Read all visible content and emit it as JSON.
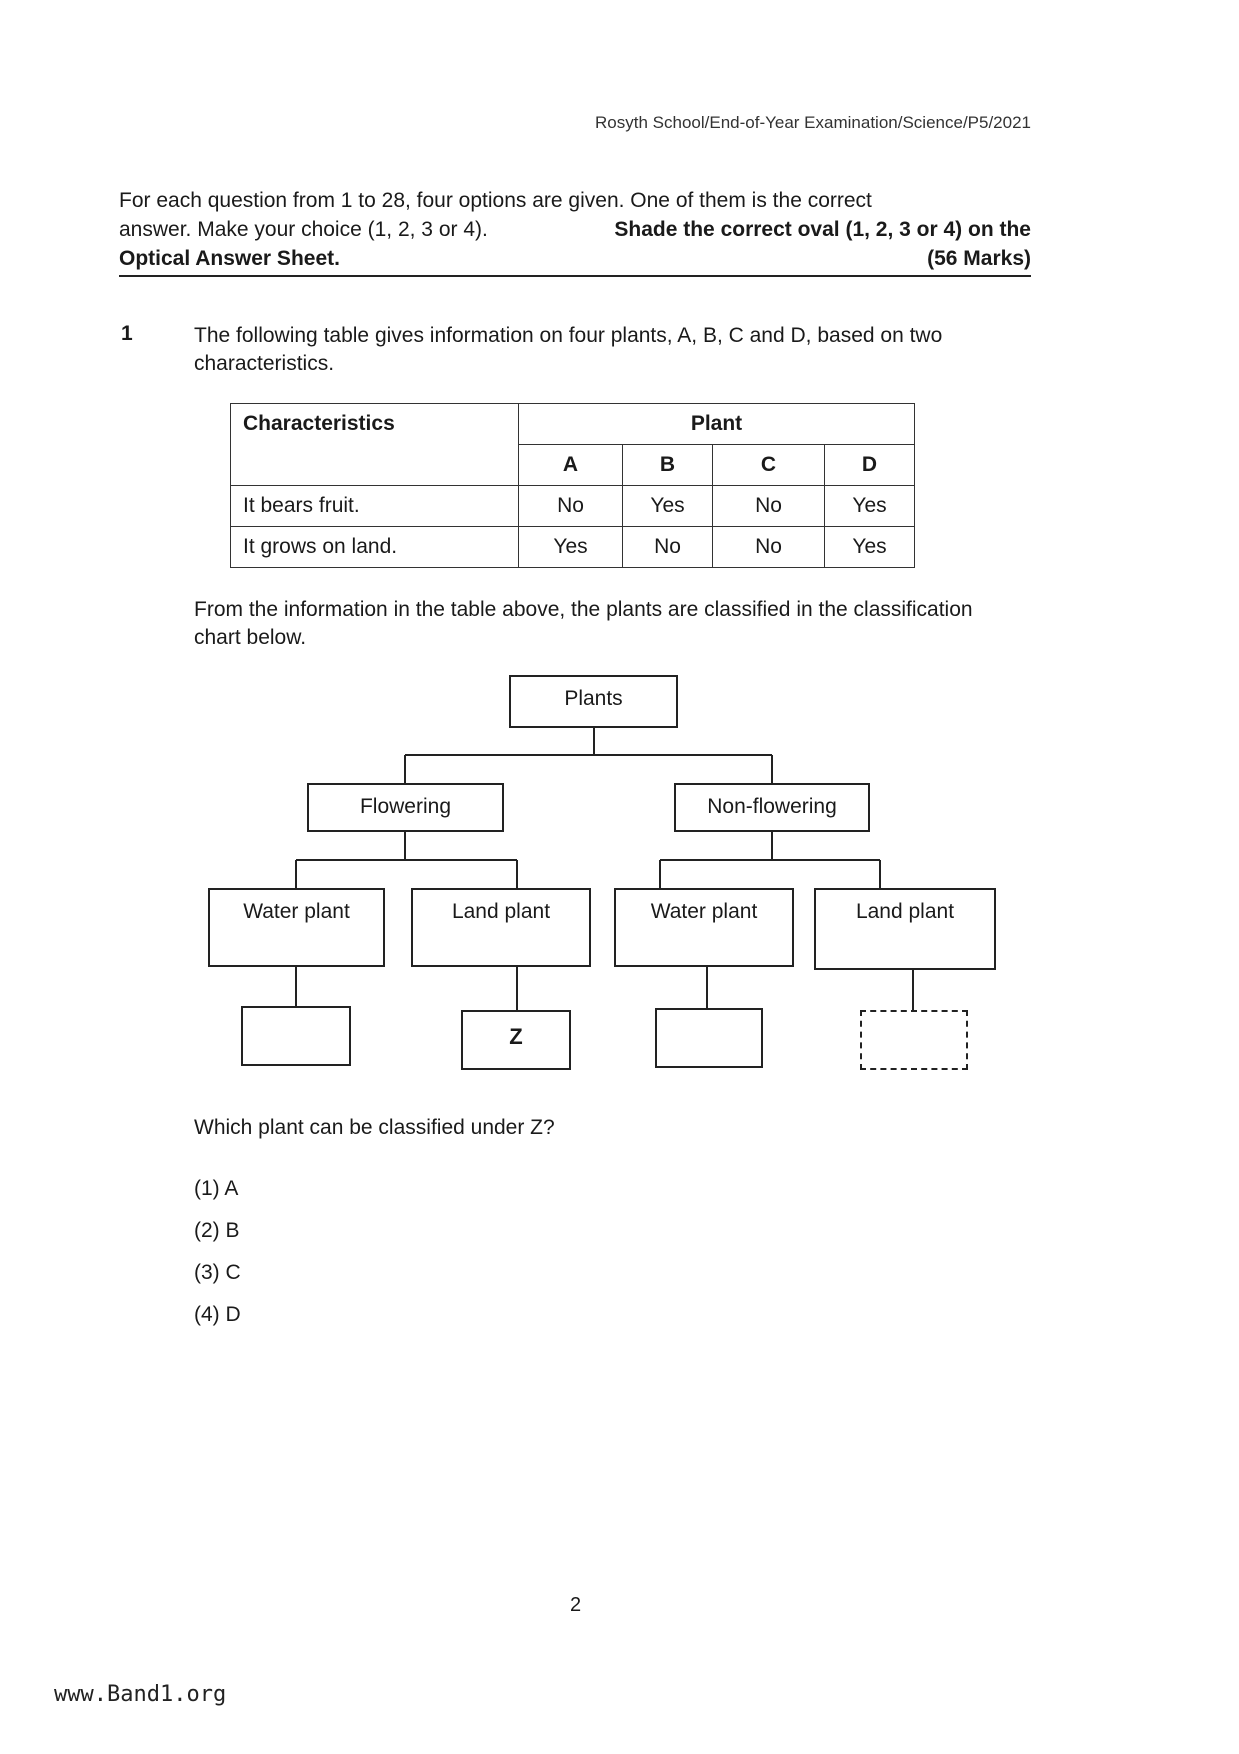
{
  "header": "Rosyth School/End-of-Year Examination/Science/P5/2021",
  "instructions": {
    "line1": "For each question from 1 to 28, four options are given. One of them is the correct",
    "line2_normal": "answer. Make your choice (1, 2, 3 or 4).",
    "line2_bold": "Shade the correct oval (1, 2, 3 or 4) on the",
    "line3_bold": "Optical Answer Sheet.",
    "marks": "(56 Marks)"
  },
  "question": {
    "number": "1",
    "stem": "The following table gives information on four plants, A, B, C and D, based on two characteristics.",
    "table": {
      "col_header": "Characteristics",
      "group_header": "Plant",
      "plants": [
        "A",
        "B",
        "C",
        "D"
      ],
      "rows": [
        {
          "label": "It bears fruit.",
          "values": [
            "No",
            "Yes",
            "No",
            "Yes"
          ]
        },
        {
          "label": "It grows on land.",
          "values": [
            "Yes",
            "No",
            "No",
            "Yes"
          ]
        }
      ]
    },
    "mid_text": "From the information in the table above, the plants are classified in the classification chart below.",
    "chart": {
      "root": "Plants",
      "flowering": "Flowering",
      "non_flowering": "Non-flowering",
      "f_water": "Water plant",
      "f_land": "Land plant",
      "n_water": "Water plant",
      "n_land": "Land plant",
      "z_label": "Z"
    },
    "ask": "Which plant can be classified under Z?",
    "options": [
      "(1) A",
      "(2) B",
      "(3) C",
      "(4) D"
    ]
  },
  "page_number": "2",
  "watermark": "www.Band1.org"
}
